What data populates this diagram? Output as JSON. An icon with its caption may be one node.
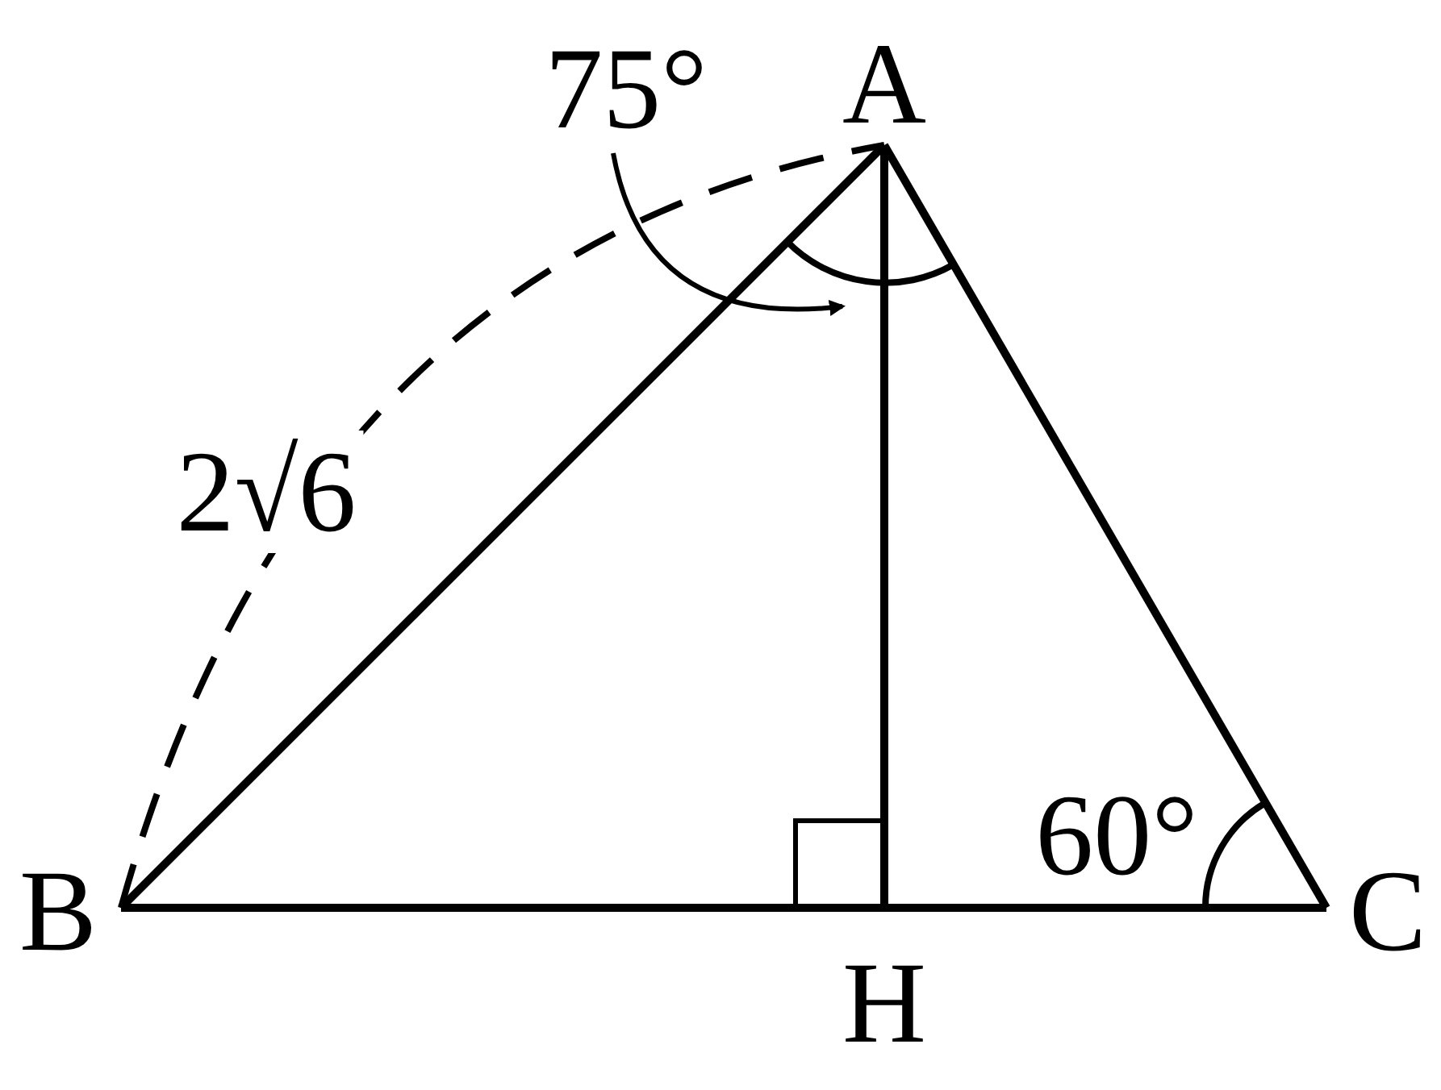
{
  "diagram": {
    "nodes": [
      {
        "text": [
          "A"
        ]
      },
      {
        "text": [
          "B"
        ]
      },
      {
        "text": [
          "C"
        ]
      },
      {
        "text": [
          "H"
        ]
      }
    ],
    "edges": [
      {
        "from": 1,
        "to": 0,
        "arrow": "none"
      },
      {
        "from": 0,
        "to": 2,
        "arrow": "none"
      },
      {
        "from": 1,
        "to": 3,
        "arrow": "none"
      },
      {
        "from": 3,
        "to": 2,
        "arrow": "none"
      },
      {
        "from": 0,
        "to": 3,
        "arrow": "none"
      },
      {
        "from": 1,
        "to": 0,
        "arrow": "none",
        "style": "dashed",
        "label": "2√6"
      }
    ],
    "labels": [
      "75°",
      "60°"
    ]
  }
}
